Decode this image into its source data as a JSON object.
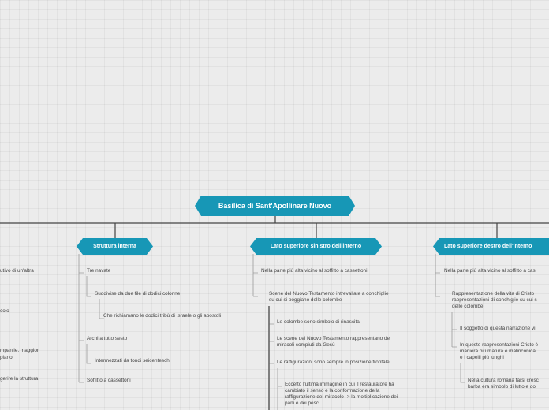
{
  "root": {
    "label": "Basilica di Sant'Apollinare Nuovo"
  },
  "left_fragments": {
    "f1": "utivo di un'altra",
    "f2": "colo",
    "f3a": "mpanile, maggiori",
    "f3b": "piano",
    "f4": "gerire la struttura"
  },
  "struttura": {
    "label": "Struttura interna",
    "items": [
      "Tre navate",
      "Suddivise da due file di dodici colonne",
      "Che richiamano le dodici tribù di Israele o gli apostoli",
      "Archi a tutto sesto",
      "Intermezzati da tondi seicenteschi",
      "Soffitto a cassettoni"
    ]
  },
  "sinistro": {
    "label": "Lato superiore sinistro dell'interno",
    "items": [
      "Nella parte più alta vicino al soffitto a cassettoni",
      "Scene del Nuovo Testamento intrevallate a conchiglie",
      "su cui si poggiano delle colombe",
      "Le colombe sono simbolo di rinascita",
      "Le scene del Nuovo Testamento rappresentano dei",
      "miracoli compiuti da Gesù",
      "Le raffigurazioni sono sempre in posizione frontale",
      "Eccetto l'ultima immagine in cui il restauratore ha",
      "cambiato il senso e la conformazione della",
      "raffigurazione del miracolo -> la moltiplicazione dei",
      "pani e dei pesci"
    ]
  },
  "destro": {
    "label": "Lato superiore destro dell'interno",
    "items": [
      "Nella parte più alta vicino al soffitto a cas",
      "Rappresentazione della vita di Cristo i",
      "rappresentazioni di conchiglie su cui s",
      "delle colombe",
      "Il soggetto di questa narrazione vi",
      "In queste rappresentazioni Cristo è",
      "maniera più matura e malinconica",
      "e i capelli più lunghi",
      "Nella cultura romana farsi cresc",
      "barba era simbolo di lutto e dol"
    ]
  },
  "colors": {
    "node": "#1797b6",
    "line": "#444444",
    "subline": "#9a9a9a",
    "text": "#444444"
  }
}
